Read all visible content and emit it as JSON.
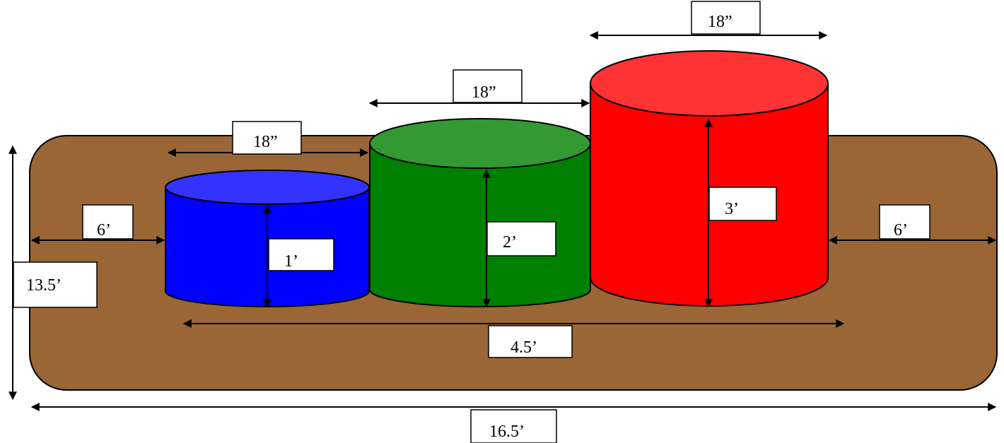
{
  "diagram": {
    "colors": {
      "platform": "#9A6636",
      "cylinder_small": "#0000FF",
      "cylinder_small_top": "#3333FF",
      "cylinder_medium": "#008000",
      "cylinder_medium_top": "#339933",
      "cylinder_large": "#FF0000",
      "cylinder_large_top": "#FF3333",
      "outline": "#000000",
      "label_box": "#FFFFFF"
    },
    "labels": {
      "small_diameter": "18”",
      "medium_diameter": "18”",
      "large_diameter": "18”",
      "small_height": "1’",
      "medium_height": "2’",
      "large_height": "3’",
      "left_gap": "6’",
      "right_gap": "6’",
      "platform_depth": "13.5’",
      "cylinders_span": "4.5’",
      "platform_width": "16.5’"
    }
  }
}
